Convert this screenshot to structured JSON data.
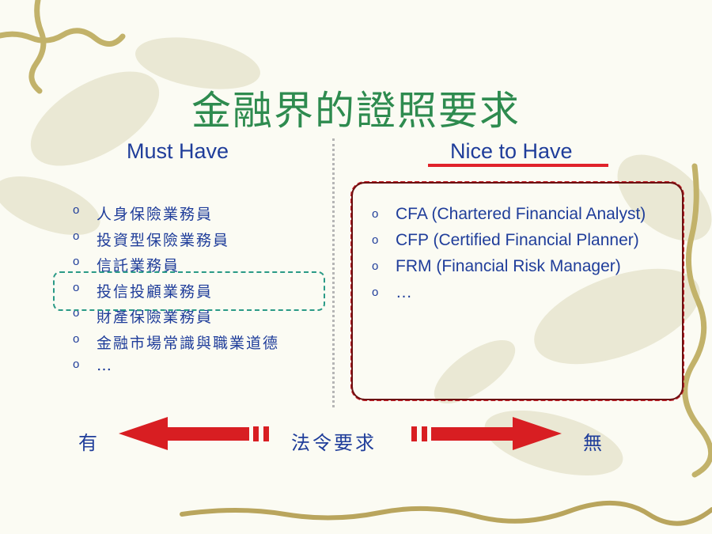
{
  "slide": {
    "title": "金融界的證照要求",
    "must_have_heading": "Must Have",
    "nice_to_have_heading": "Nice to Have",
    "bullet_glyph": "o",
    "must_have_items": [
      "人身保險業務員",
      "投資型保險業務員",
      "信託業務員",
      "投信投顧業務員",
      "財產保險業務員",
      "金融市場常識與職業道德",
      "…"
    ],
    "nice_to_have_items": [
      "CFA (Chartered Financial Analyst)",
      "CFP (Certified Financial Planner)",
      "FRM (Financial Risk Manager)",
      "…"
    ],
    "arrow": {
      "left_label": "有",
      "center_label": "法令要求",
      "right_label": "無"
    }
  },
  "colors": {
    "title": "#2e8b4f",
    "text": "#1f3d9a",
    "accent_red": "#e0222a",
    "highlight_teal": "#2a9a86"
  }
}
